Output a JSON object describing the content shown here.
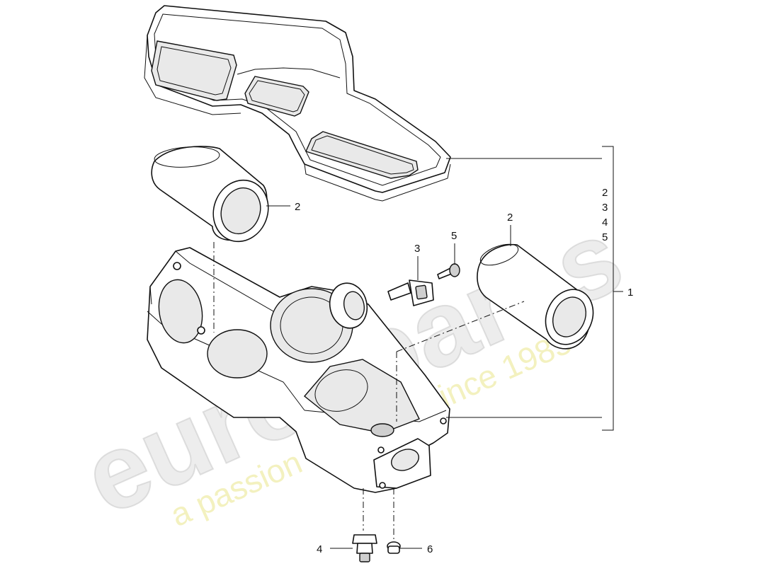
{
  "watermark": {
    "brand": "eurospares",
    "tagline": "a passion for parts since 1985"
  },
  "callouts": {
    "filter_left": "2",
    "filter_right": "2",
    "sensor": "3",
    "screw_top": "5",
    "mount_left": "4",
    "mount_right": "6",
    "assembly": "1",
    "group_list": [
      "2",
      "3",
      "4",
      "5"
    ]
  },
  "colors": {
    "line": "#111111",
    "watermark_gray": "#d8d8d8",
    "watermark_yellow": "#e9e68a"
  }
}
